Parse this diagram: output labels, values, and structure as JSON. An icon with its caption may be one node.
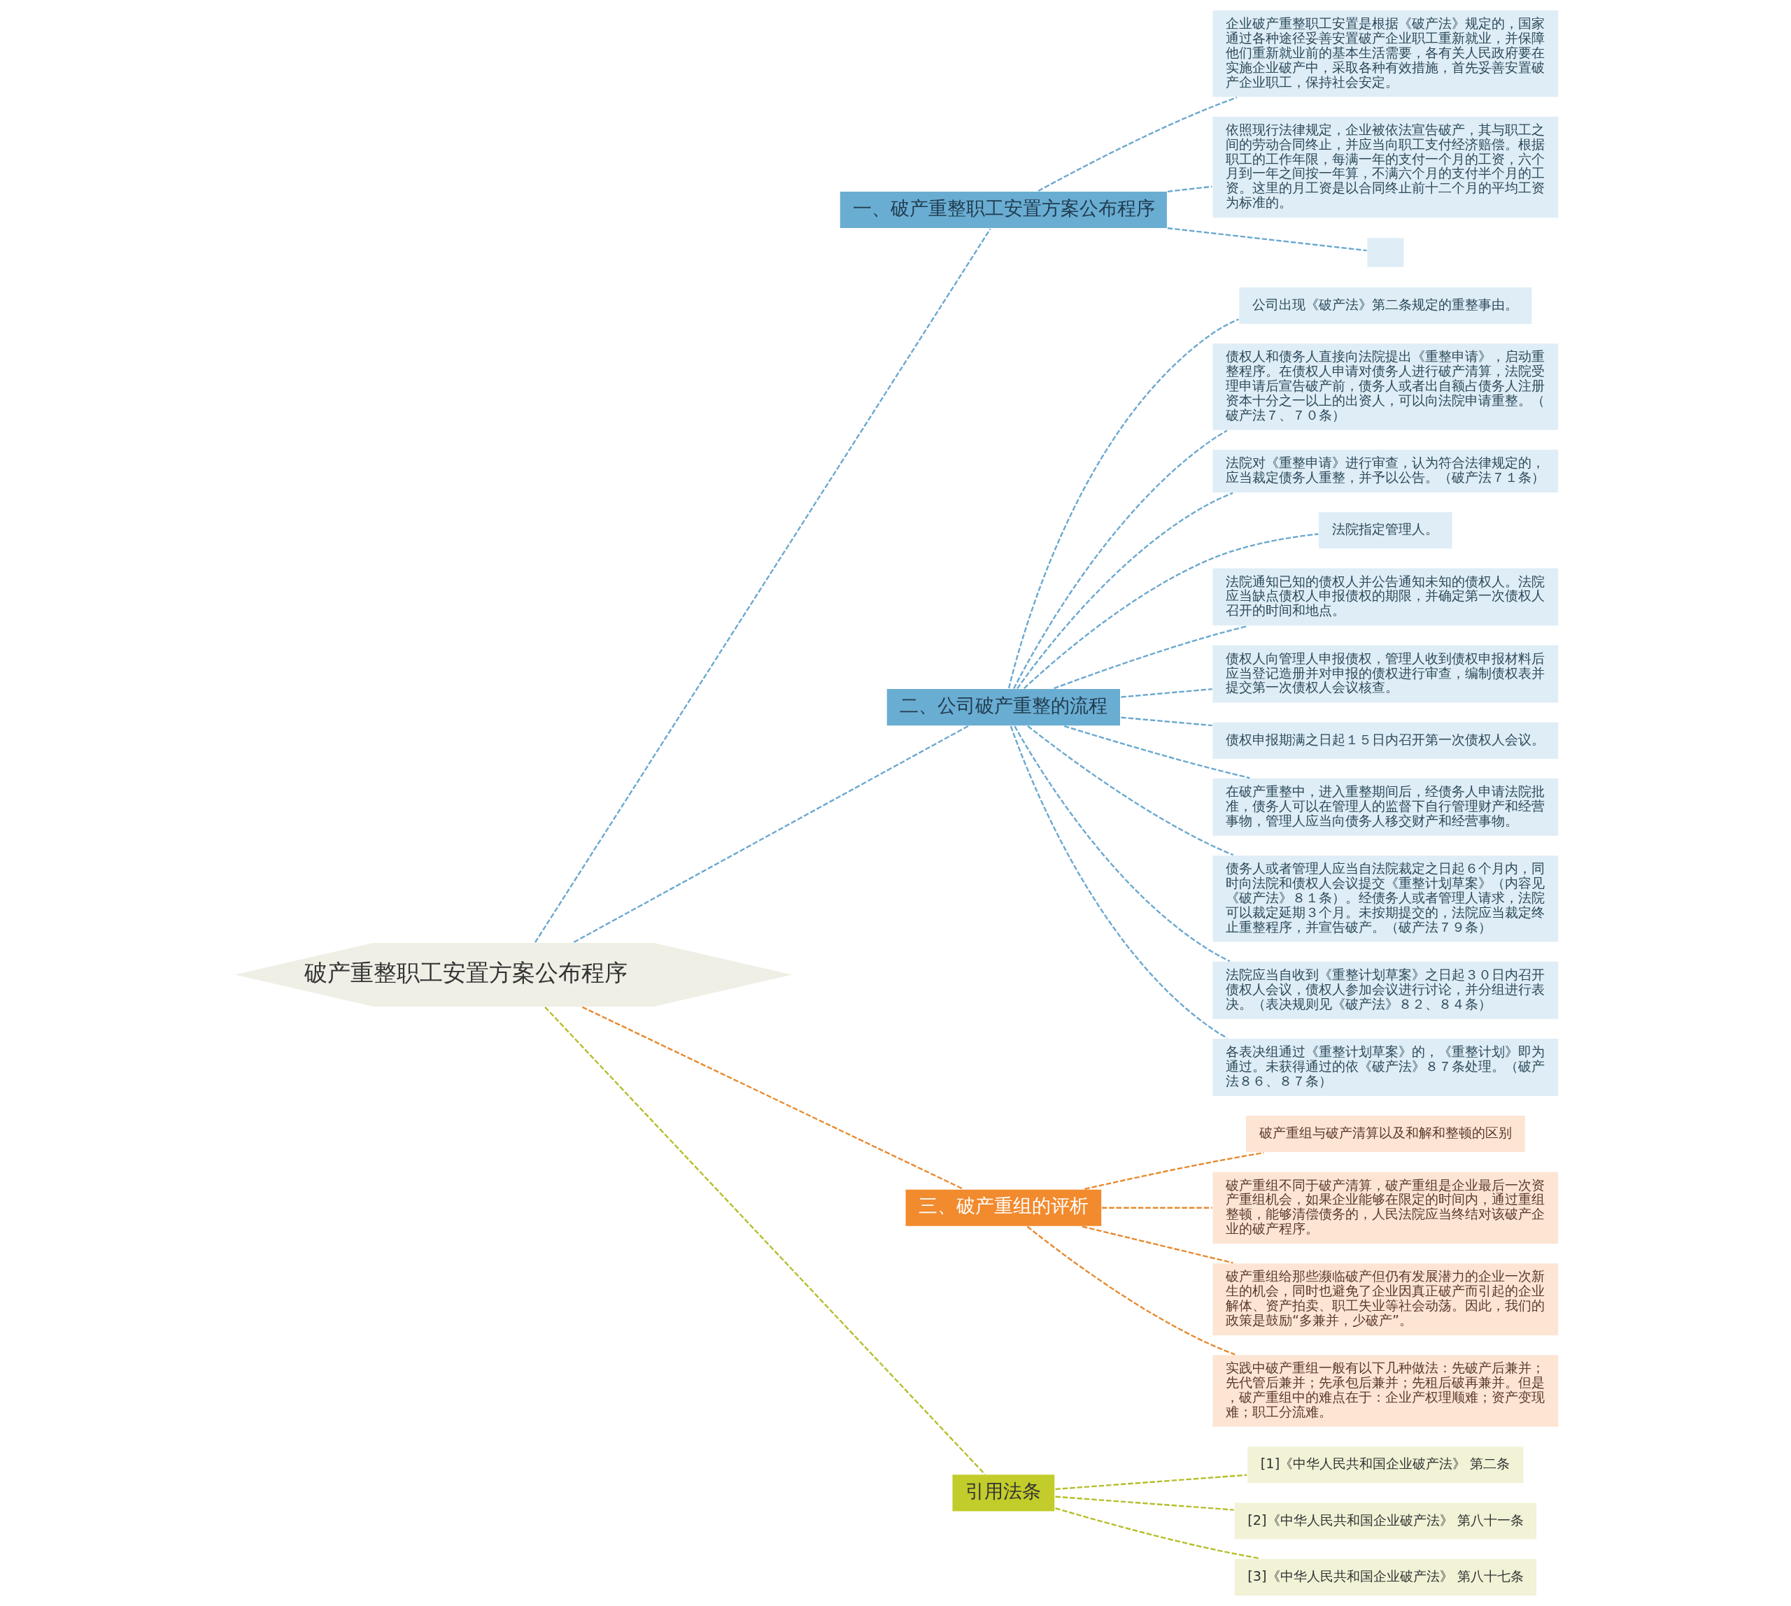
{
  "diagram": {
    "nodes": [
      {
        "text": [
          "破产重整职工安置方案公布程序"
        ]
      },
      {
        "text": [
          "一、破产重整职工安置方案公布程序"
        ]
      },
      {
        "text": [
          "企业破产重整职工安置是根据《破产法》规定的，国家通过各种途径妥善安置破产企业职工重新就业，并保障他们重新就业前的基本生活需要，各有关人民政府要在实施企业破产中，采取各种有效措施，首先妥善安置破产企业职工，保持社会安定。"
        ]
      },
      {
        "text": [
          "依照现行法律规定，企业被依法宣告破产，其与职工之间的劳动合同终止，并应当向职工支付经济赔偿。根据职工的工作年限，每满一年的支付一个月的工资，六个月到一年之间按一年算，不满六个月的支付半个月的工资。这里的月工资是以合同终止前十二个月的平均工资为标准的。"
        ]
      },
      {
        "text": [],
        "shape": "box"
      },
      {
        "text": [
          "二、公司破产重整的流程"
        ]
      },
      {
        "text": [
          "公司出现《破产法》第二条规定的重整事由。"
        ]
      },
      {
        "text": [
          "债权人和债务人直接向法院提出《重整申请》，启动重整程序。在债权人申请对债务人进行破产清算，法院受理申请后宣告破产前，债务人或者出自额占债务人注册资本十分之一以上的出资人，可以向法院申请重整。（破产法７、７０条）"
        ]
      },
      {
        "text": [
          "法院对《重整申请》进行审查，认为符合法律规定的，应当裁定债务人重整，并予以公告。（破产法７１条）"
        ]
      },
      {
        "text": [
          "法院指定管理人。"
        ]
      },
      {
        "text": [
          "法院通知已知的债权人并公告通知未知的债权人。法院应当缺点债权人申报债权的期限，并确定第一次债权人召开的时间和地点。"
        ]
      },
      {
        "text": [
          "债权人向管理人申报债权，管理人收到债权申报材料后应当登记造册并对申报的债权进行审查，编制债权表并提交第一次债权人会议核查。"
        ]
      },
      {
        "text": [
          "债权申报期满之日起１５日内召开第一次债权人会议。"
        ]
      },
      {
        "text": [
          "在破产重整中，进入重整期间后，经债务人申请法院批准，债务人可以在管理人的监督下自行管理财产和经营事物，管理人应当向债务人移交财产和经营事物。"
        ]
      },
      {
        "text": [
          "债务人或者管理人应当自法院裁定之日起６个月内，同时向法院和债权人会议提交《重整计划草案》（内容见《破产法》８１条）。经债务人或者管理人请求，法院可以裁定延期３个月。未按期提交的，法院应当裁定终止重整程序，并宣告破产。（破产法７９条）"
        ]
      },
      {
        "text": [
          "法院应当自收到《重整计划草案》之日起３０日内召开债权人会议，债权人参加会议进行讨论，并分组进行表决。（表决规则见《破产法》８２、８４条）"
        ]
      },
      {
        "text": [
          "各表决组通过《重整计划草案》的，《重整计划》即为通过。未获得通过的依《破产法》８７条处理。（破产法８６、８７条）"
        ]
      },
      {
        "text": [
          "三、破产重组的评析"
        ]
      },
      {
        "text": [
          "破产重组与破产清算以及和解和整顿的区别"
        ]
      },
      {
        "text": [
          "破产重组不同于破产清算，破产重组是企业最后一次资产重组机会，如果企业能够在限定的时间内，通过重组整顿，能够清偿债务的，人民法院应当终结对该破产企业的破产程序。"
        ]
      },
      {
        "text": [
          "破产重组给那些濒临破产但仍有发展潜力的企业一次新生的机会，同时也避免了企业因真正破产而引起的企业解体、资产拍卖、职工失业等社会动荡。因此，我们的政策是鼓励“多兼并，少破产”。"
        ]
      },
      {
        "text": [
          "实践中破产重组一般有以下几种做法：先破产后兼并；先代管后兼并；先承包后兼并；先租后破再兼并。但是，破产重组中的难点在于：企业产权理顺难；资产变现难；职工分流难。"
        ]
      },
      {
        "text": [
          "引用法条"
        ]
      },
      {
        "text": [
          "[1]《中华人民共和国企业破产法》 第二条"
        ]
      },
      {
        "text": [
          "[2]《中华人民共和国企业破产法》 第八十一条"
        ]
      },
      {
        "text": [
          "[3]《中华人民共和国企业破产法》 第八十七条"
        ]
      }
    ],
    "edges": [
      {
        "from": 0,
        "to": 1,
        "arrow": "none",
        "style": "dashed"
      },
      {
        "from": 1,
        "to": 2,
        "arrow": "none",
        "style": "dashed"
      },
      {
        "from": 1,
        "to": 3,
        "arrow": "none",
        "style": "dashed"
      },
      {
        "from": 1,
        "to": 4,
        "arrow": "none",
        "style": "dashed"
      },
      {
        "from": 0,
        "to": 5,
        "arrow": "none",
        "style": "dashed"
      },
      {
        "from": 5,
        "to": 6,
        "arrow": "none",
        "style": "dashed"
      },
      {
        "from": 5,
        "to": 7,
        "arrow": "none",
        "style": "dashed"
      },
      {
        "from": 5,
        "to": 8,
        "arrow": "none",
        "style": "dashed"
      },
      {
        "from": 5,
        "to": 9,
        "arrow": "none",
        "style": "dashed"
      },
      {
        "from": 5,
        "to": 10,
        "arrow": "none",
        "style": "dashed"
      },
      {
        "from": 5,
        "to": 11,
        "arrow": "none",
        "style": "dashed"
      },
      {
        "from": 5,
        "to": 12,
        "arrow": "none",
        "style": "dashed"
      },
      {
        "from": 5,
        "to": 13,
        "arrow": "none",
        "style": "dashed"
      },
      {
        "from": 5,
        "to": 14,
        "arrow": "none",
        "style": "dashed"
      },
      {
        "from": 5,
        "to": 15,
        "arrow": "none",
        "style": "dashed"
      },
      {
        "from": 5,
        "to": 16,
        "arrow": "none",
        "style": "dashed"
      },
      {
        "from": 0,
        "to": 17,
        "arrow": "none",
        "style": "dashed",
        "color": "#e8892e"
      },
      {
        "from": 17,
        "to": 18,
        "arrow": "none",
        "style": "dashed",
        "color": "#e8892e"
      },
      {
        "from": 17,
        "to": 19,
        "arrow": "none",
        "style": "dashed",
        "color": "#e8892e"
      },
      {
        "from": 17,
        "to": 20,
        "arrow": "none",
        "style": "dashed",
        "color": "#e8892e"
      },
      {
        "from": 17,
        "to": 21,
        "arrow": "none",
        "style": "dashed",
        "color": "#e8892e"
      },
      {
        "from": 0,
        "to": 22,
        "arrow": "none",
        "style": "dashed",
        "color": "#b5bd28"
      },
      {
        "from": 22,
        "to": 23,
        "arrow": "none",
        "style": "dashed",
        "color": "#b5bd28"
      },
      {
        "from": 22,
        "to": 24,
        "arrow": "none",
        "style": "dashed",
        "color": "#b5bd28"
      },
      {
        "from": 22,
        "to": 25,
        "arrow": "none",
        "style": "dashed",
        "color": "#b5bd28"
      }
    ]
  }
}
